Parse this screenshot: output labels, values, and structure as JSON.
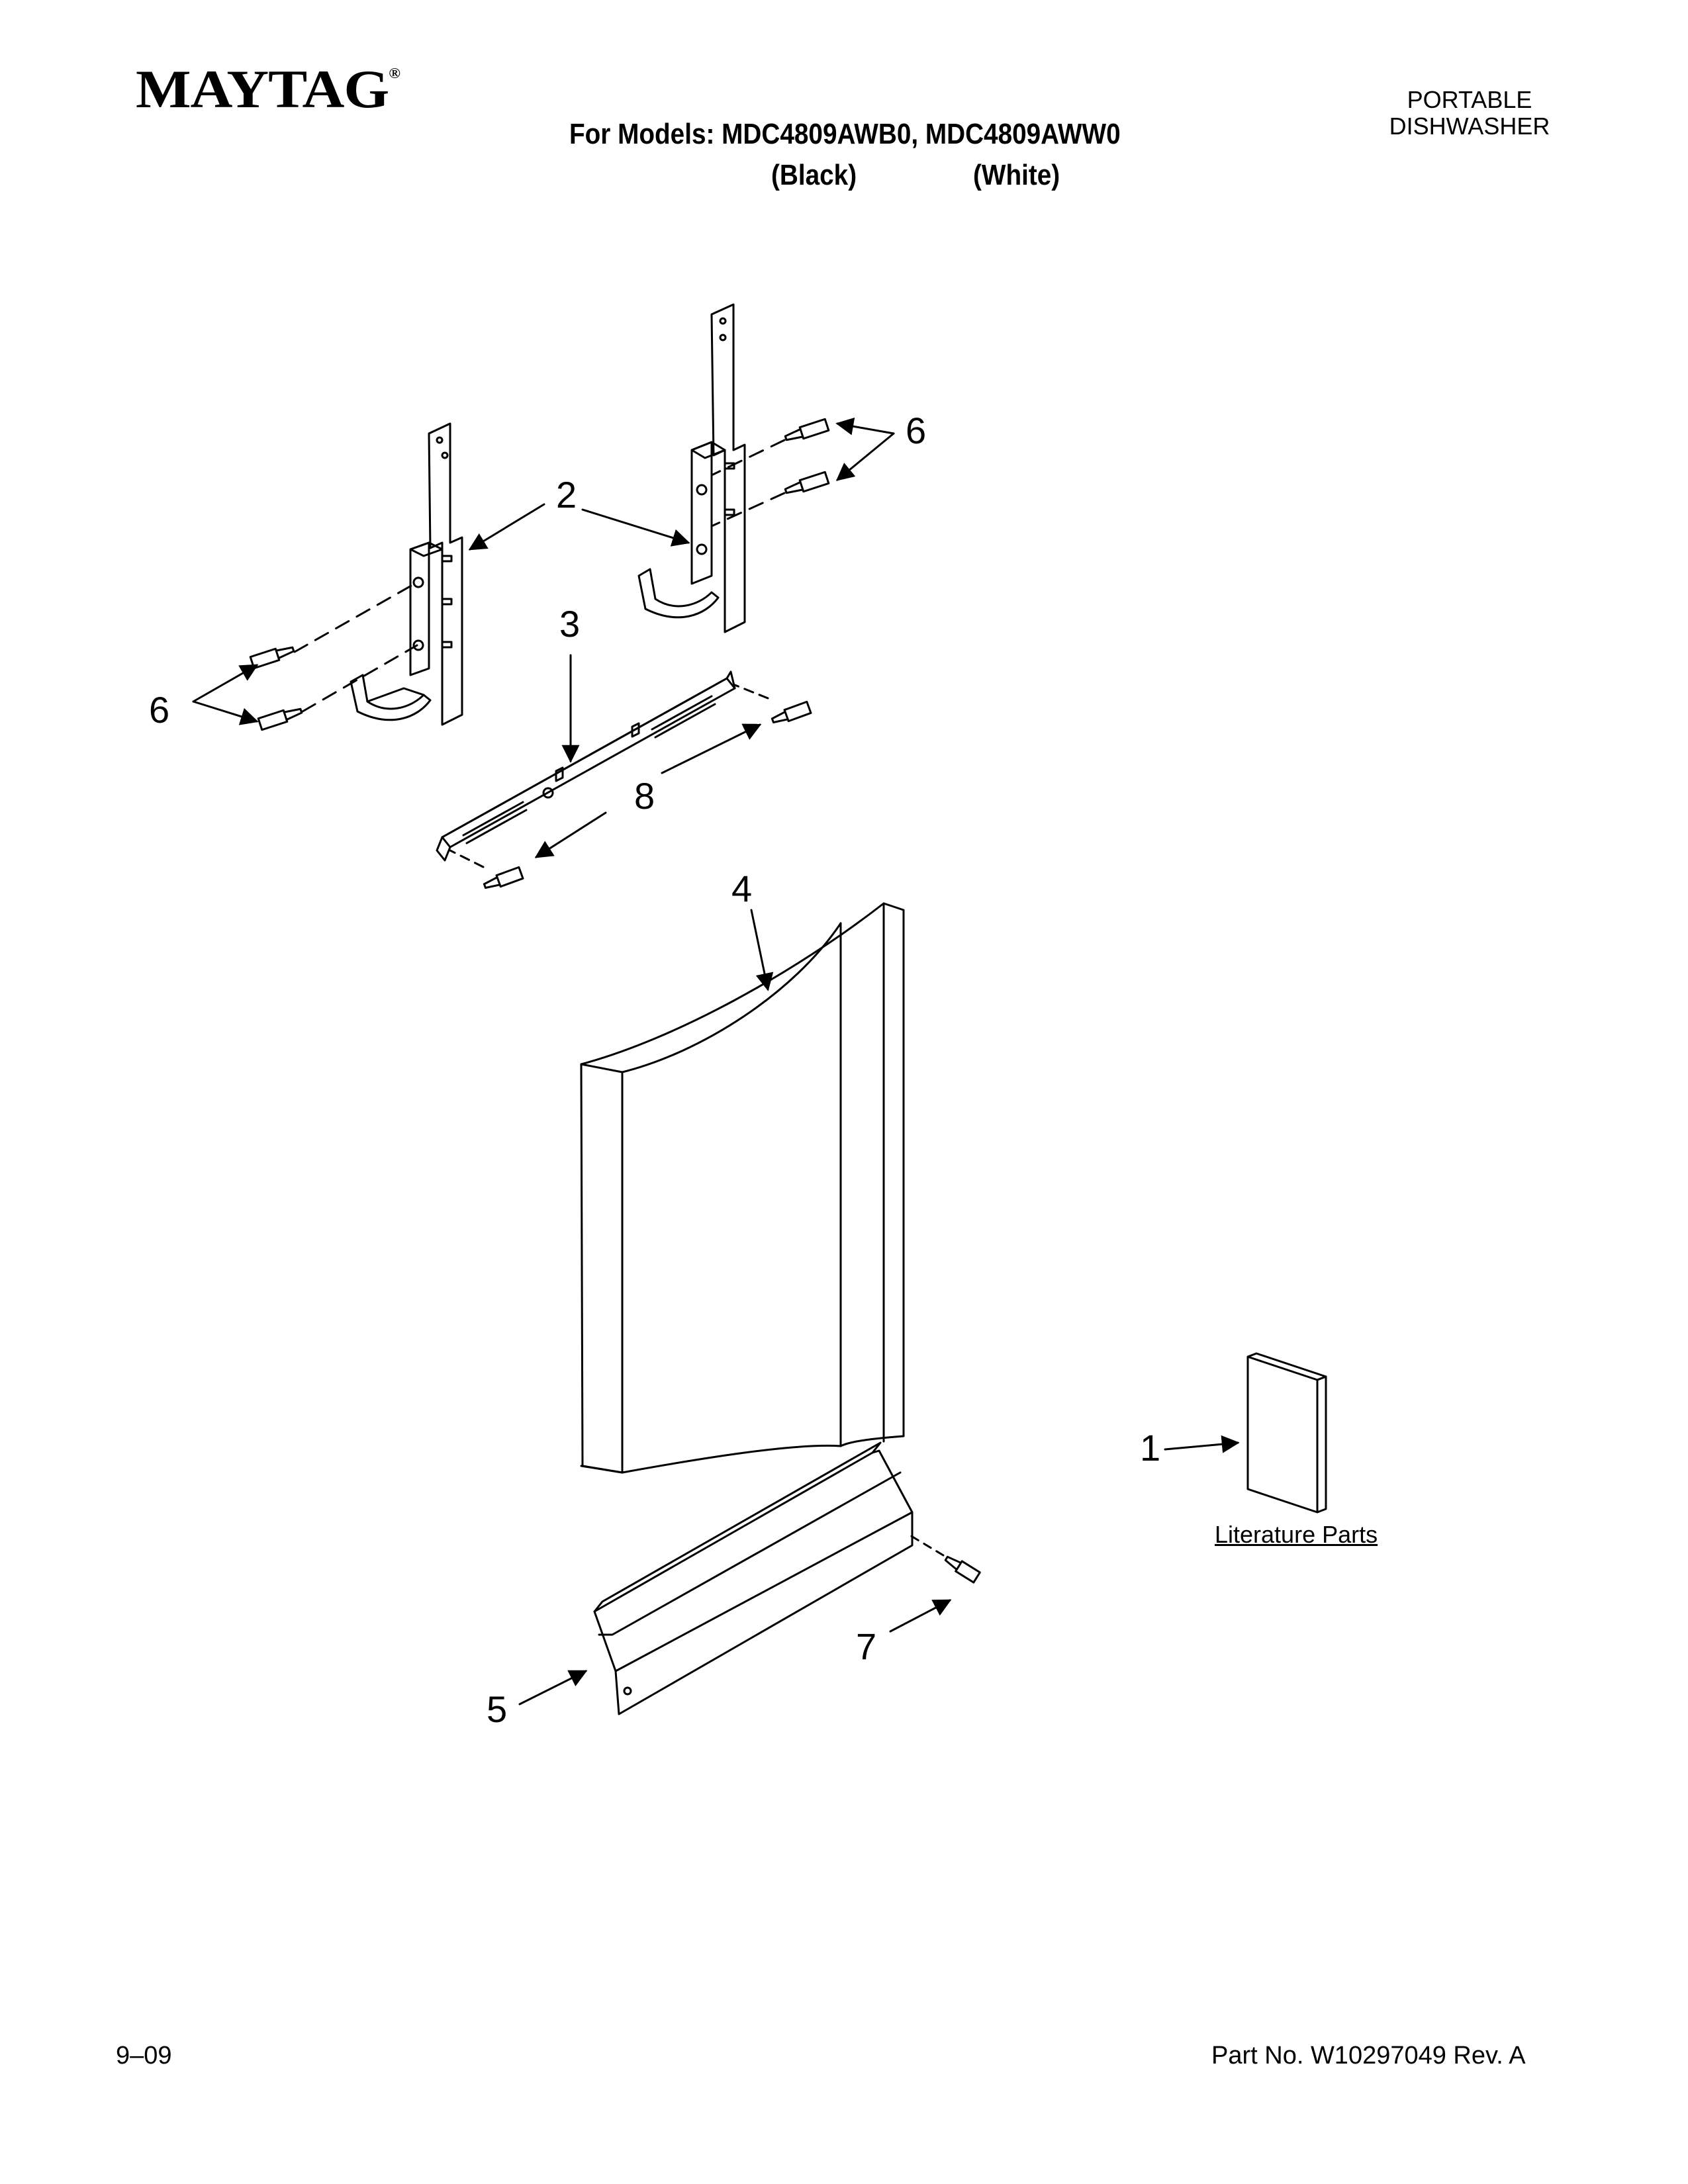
{
  "header": {
    "brand": "MAYTAG",
    "brand_mark": "®",
    "models_line": "For Models: MDC4809AWB0, MDC4809AWW0",
    "color_black": "(Black)",
    "color_white": "(White)",
    "product_type_line1": "PORTABLE",
    "product_type_line2": "DISHWASHER"
  },
  "diagram": {
    "callouts": {
      "c1": "1",
      "c2": "2",
      "c3": "3",
      "c4": "4",
      "c5": "5",
      "c6a": "6",
      "c6b": "6",
      "c7": "7",
      "c8": "8"
    },
    "literature_label": "Literature Parts"
  },
  "footer": {
    "date": "9–09",
    "part_number": "Part No. W10297049 Rev. A"
  }
}
